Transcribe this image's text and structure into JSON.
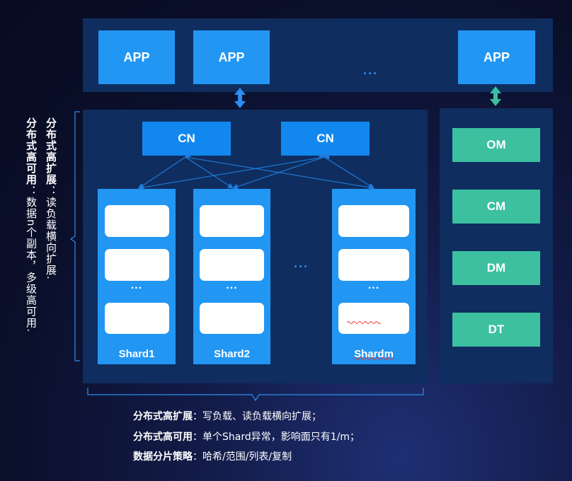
{
  "app_layer": {
    "apps": [
      "APP",
      "APP",
      "APP"
    ],
    "ellipsis": "..."
  },
  "coordinators": [
    "CN",
    "CN"
  ],
  "shards": [
    {
      "label": "Shard1",
      "ellipsis": "..."
    },
    {
      "label": "Shard2",
      "ellipsis": "..."
    },
    {
      "label": "Shardm",
      "ellipsis": "..."
    }
  ],
  "shard_ellipsis": "...",
  "management": [
    "OM",
    "CM",
    "DM",
    "DT"
  ],
  "side_labels": {
    "scale_title": "分布式高扩展",
    "scale_desc": "：读负载横向扩展.",
    "ha_title": "分布式高可用",
    "ha_desc": "：数据n个副本，多级高可用."
  },
  "bottom_notes": [
    {
      "title": "分布式高扩展",
      "text": "：写负载、读负载横向扩展；"
    },
    {
      "title": "分布式高可用",
      "text": "：单个Shard异常，影响面只有1/m；"
    },
    {
      "title": "数据分片策略",
      "text": "：哈希/范围/列表/复制"
    }
  ],
  "colors": {
    "app": "#2196f3",
    "cn": "#1288ee",
    "mgmt": "#3cc0a0",
    "panel": "#0f2d5e",
    "connector": "#1e7fe0",
    "mgmt_arrow": "#3cc0a0"
  }
}
